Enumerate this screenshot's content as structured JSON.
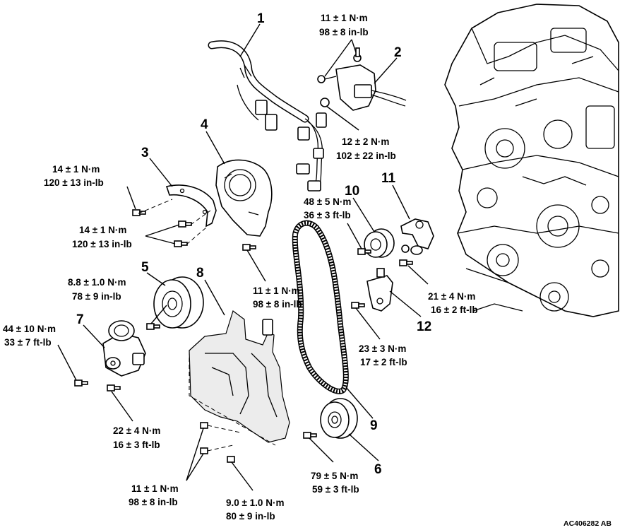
{
  "part_numbers": [
    "1",
    "2",
    "3",
    "4",
    "5",
    "6",
    "7",
    "8",
    "9",
    "10",
    "11",
    "12"
  ],
  "torques": {
    "t1": {
      "nm": "11 ± 1 N·m",
      "imp": "98 ± 8 in-lb"
    },
    "t2": {
      "nm": "12 ± 2 N·m",
      "imp": "102 ± 22 in-lb"
    },
    "t3": {
      "nm": "14 ± 1 N·m",
      "imp": "120 ± 13 in-lb"
    },
    "t4": {
      "nm": "14 ± 1 N·m",
      "imp": "120 ± 13 in-lb"
    },
    "t5": {
      "nm": "48 ± 5 N·m",
      "imp": "36 ± 3 ft-lb"
    },
    "t6": {
      "nm": "8.8 ± 1.0 N·m",
      "imp": "78 ± 9 in-lb"
    },
    "t7": {
      "nm": "11 ± 1 N·m",
      "imp": "98 ± 8 in-lb"
    },
    "t8": {
      "nm": "21 ± 4 N·m",
      "imp": "16 ± 2 ft-lb"
    },
    "t9": {
      "nm": "44 ± 10 N·m",
      "imp": "33 ± 7 ft-lb"
    },
    "t10": {
      "nm": "23 ± 3 N·m",
      "imp": "17 ± 2 ft-lb"
    },
    "t11": {
      "nm": "22 ± 4 N·m",
      "imp": "16 ± 3 ft-lb"
    },
    "t12": {
      "nm": "79 ± 5 N·m",
      "imp": "59 ± 3 ft-lb"
    },
    "t13": {
      "nm": "11 ± 1 N·m",
      "imp": "98 ± 8 in-lb"
    },
    "t14": {
      "nm": "9.0 ± 1.0 N·m",
      "imp": "80 ± 9 in-lb"
    }
  },
  "figure_code": "AC406282 AB"
}
